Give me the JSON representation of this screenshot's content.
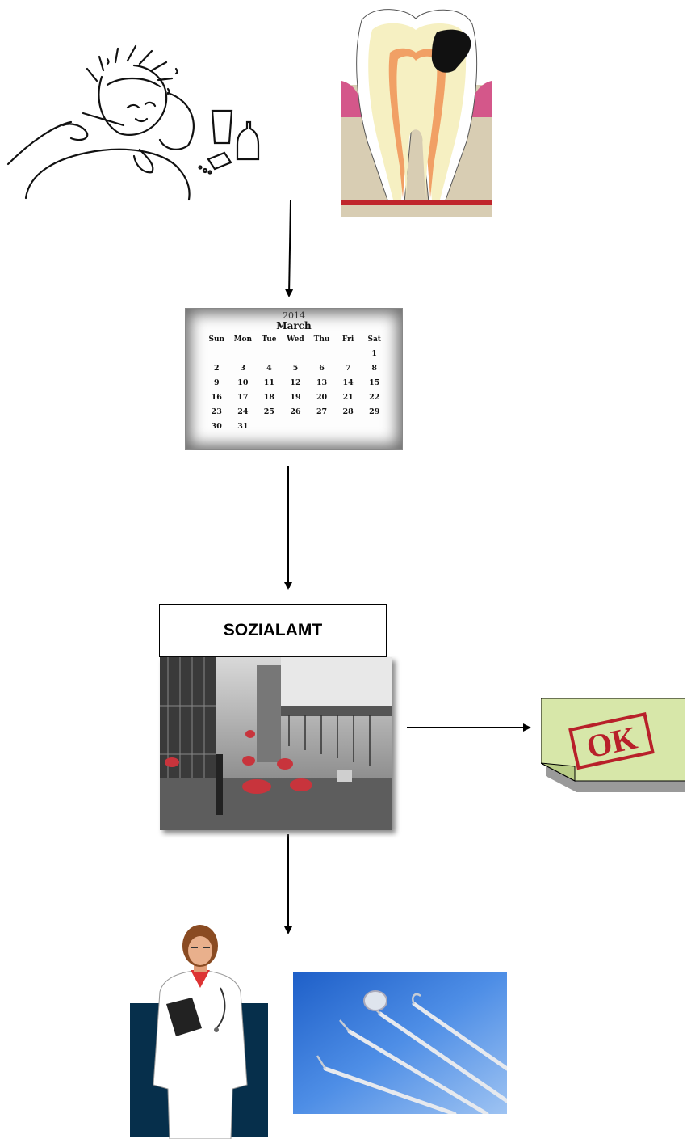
{
  "calendar": {
    "year": "2014",
    "month": "March",
    "weekdays": [
      "Sun",
      "Mon",
      "Tue",
      "Wed",
      "Thu",
      "Fri",
      "Sat"
    ],
    "days": [
      "",
      "",
      "",
      "",
      "",
      "",
      "1",
      "2",
      "3",
      "4",
      "5",
      "6",
      "7",
      "8",
      "9",
      "10",
      "11",
      "12",
      "13",
      "14",
      "15",
      "16",
      "17",
      "18",
      "19",
      "20",
      "21",
      "22",
      "23",
      "24",
      "25",
      "26",
      "27",
      "28",
      "29",
      "30",
      "31",
      "",
      "",
      "",
      "",
      ""
    ]
  },
  "office": {
    "label": "SOZIALAMT"
  },
  "stamp": {
    "text": "OK",
    "color": "#b8202a",
    "paper_color": "#d7e7a9"
  },
  "icons": {
    "sick_person": "sick-person-icon",
    "tooth": "tooth-decay-icon",
    "calendar": "calendar-icon",
    "hall": "office-hall-photo",
    "doctor": "doctor-icon",
    "tools": "dental-tools-photo"
  },
  "colors": {
    "arrow": "#000000",
    "doctor_background": "#062f4b",
    "tools_background": "#2f6fd6"
  }
}
